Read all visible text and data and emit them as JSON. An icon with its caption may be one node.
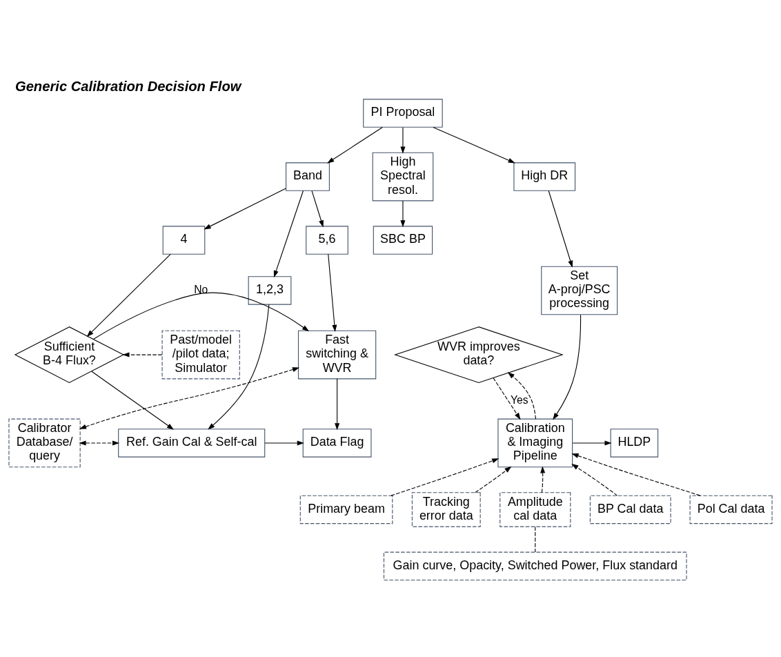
{
  "diagram": {
    "title": "Generic Calibration Decision Flow",
    "nodes": [
      {
        "text": [
          "PI Proposal"
        ]
      },
      {
        "text": [
          "Band"
        ]
      },
      {
        "text": [
          "High Spectral resol."
        ]
      },
      {
        "text": [
          "High DR"
        ]
      },
      {
        "text": [
          "1,2,3"
        ]
      },
      {
        "text": [
          "4"
        ]
      },
      {
        "text": [
          "5,6"
        ]
      },
      {
        "text": [
          "SBC BP"
        ]
      },
      {
        "text": [
          "Set A-proj/PSC processing"
        ]
      },
      {
        "text": [
          "Past/model /pilot data; Simulator"
        ]
      },
      {
        "text": [
          "Sufficient B-4 Flux?"
        ]
      },
      {
        "text": [
          "Fast switching & WVR"
        ]
      },
      {
        "text": [
          "WVR improves data?"
        ]
      },
      {
        "text": [
          "Calibrator Database/ query"
        ]
      },
      {
        "text": [
          "Ref. Gain Cal & Self-cal"
        ]
      },
      {
        "text": [
          "Data Flag"
        ]
      },
      {
        "text": [
          "Calibration & Imaging Pipeline"
        ]
      },
      {
        "text": [
          "HLDP"
        ]
      },
      {
        "text": [
          "Primary beam"
        ]
      },
      {
        "text": [
          "Tracking error data"
        ]
      },
      {
        "text": [
          "Amplitude cal data"
        ]
      },
      {
        "text": [
          "BP Cal data"
        ]
      },
      {
        "text": [
          "Pol Cal data"
        ]
      },
      {
        "text": [
          "Gain curve, Opacity, Switched Power, Flux standard"
        ]
      }
    ],
    "edges": [
      {
        "from": 0,
        "to": 1,
        "arrow": "to"
      },
      {
        "from": 0,
        "to": 2,
        "arrow": "to"
      },
      {
        "from": 0,
        "to": 3,
        "arrow": "to"
      },
      {
        "from": 1,
        "to": 4,
        "arrow": "to"
      },
      {
        "from": 1,
        "to": 5,
        "arrow": "to"
      },
      {
        "from": 1,
        "to": 6,
        "arrow": "to"
      },
      {
        "from": 2,
        "to": 7,
        "arrow": "to"
      },
      {
        "from": 3,
        "to": 8,
        "arrow": "to"
      },
      {
        "from": 4,
        "to": 14,
        "arrow": "to"
      },
      {
        "from": 5,
        "to": 10,
        "arrow": "to"
      },
      {
        "from": 6,
        "to": 11,
        "arrow": "to"
      },
      {
        "from": 9,
        "to": 10,
        "arrow": "to",
        "style": "dashed"
      },
      {
        "from": 10,
        "to": 11,
        "arrow": "to",
        "label": "No"
      },
      {
        "from": 10,
        "to": 14,
        "arrow": "to"
      },
      {
        "from": 13,
        "to": 11,
        "arrow": "both",
        "style": "dashed"
      },
      {
        "from": 13,
        "to": 14,
        "arrow": "both",
        "style": "dashed"
      },
      {
        "from": 14,
        "to": 15,
        "arrow": "to"
      },
      {
        "from": 11,
        "to": 15,
        "arrow": "to"
      },
      {
        "from": 16,
        "to": 12,
        "arrow": "to",
        "style": "dashed"
      },
      {
        "from": 12,
        "to": 16,
        "arrow": "to",
        "label": "Yes",
        "style": "dashed"
      },
      {
        "from": 8,
        "to": 16,
        "arrow": "to"
      },
      {
        "from": 16,
        "to": 17,
        "arrow": "to"
      },
      {
        "from": 18,
        "to": 16,
        "arrow": "to",
        "style": "dashed"
      },
      {
        "from": 19,
        "to": 16,
        "arrow": "to",
        "style": "dashed"
      },
      {
        "from": 20,
        "to": 16,
        "arrow": "to",
        "style": "dashed"
      },
      {
        "from": 21,
        "to": 16,
        "arrow": "to",
        "style": "dashed"
      },
      {
        "from": 22,
        "to": 16,
        "arrow": "to",
        "style": "dashed"
      },
      {
        "from": 20,
        "to": 23,
        "arrow": "none",
        "style": "dashed"
      }
    ]
  }
}
